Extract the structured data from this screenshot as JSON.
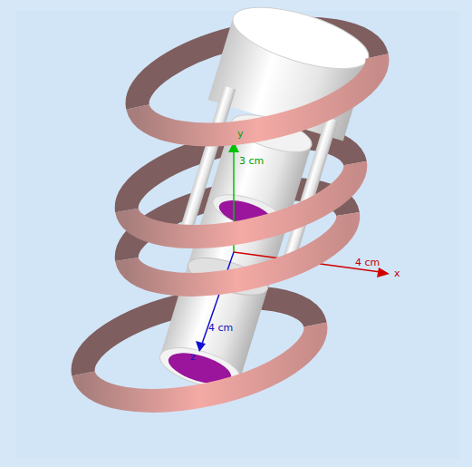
{
  "diagram": {
    "labels": [
      "y",
      "3 cm",
      "4 cm",
      "x",
      "4 cm",
      "z"
    ]
  }
}
